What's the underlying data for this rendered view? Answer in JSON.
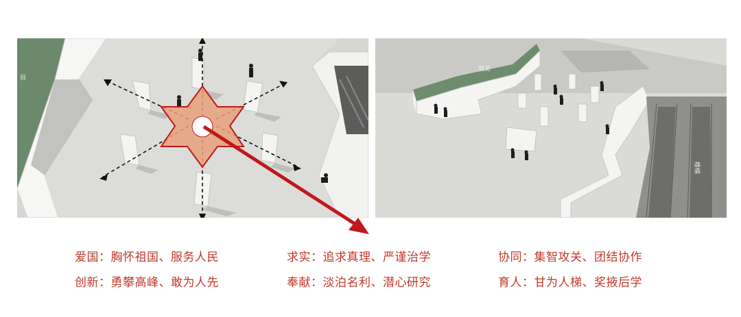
{
  "left_panel": {
    "wall_label": "目",
    "arrow_color": "#c0181b",
    "star_fill": "#e8a07a",
    "star_stroke": "#c0181b"
  },
  "right_panel": {
    "sign_label_1": "展览",
    "sign_label_2": "楼梯"
  },
  "captions": {
    "row1": [
      "爱国：胸怀祖国、服务人民",
      "求实：追求真理、严谨治学",
      "协同：集智攻关、团结协作"
    ],
    "row2": [
      "创新：勇攀高峰、敢为人先",
      "奉献：淡泊名利、潜心研究",
      "育人：甘为人梯、奖掖后学"
    ]
  },
  "colors": {
    "caption": "#c0392b",
    "floor": "#d9dad6",
    "wall": "#f4f4f2",
    "green_wall": "#6b8a6b"
  }
}
